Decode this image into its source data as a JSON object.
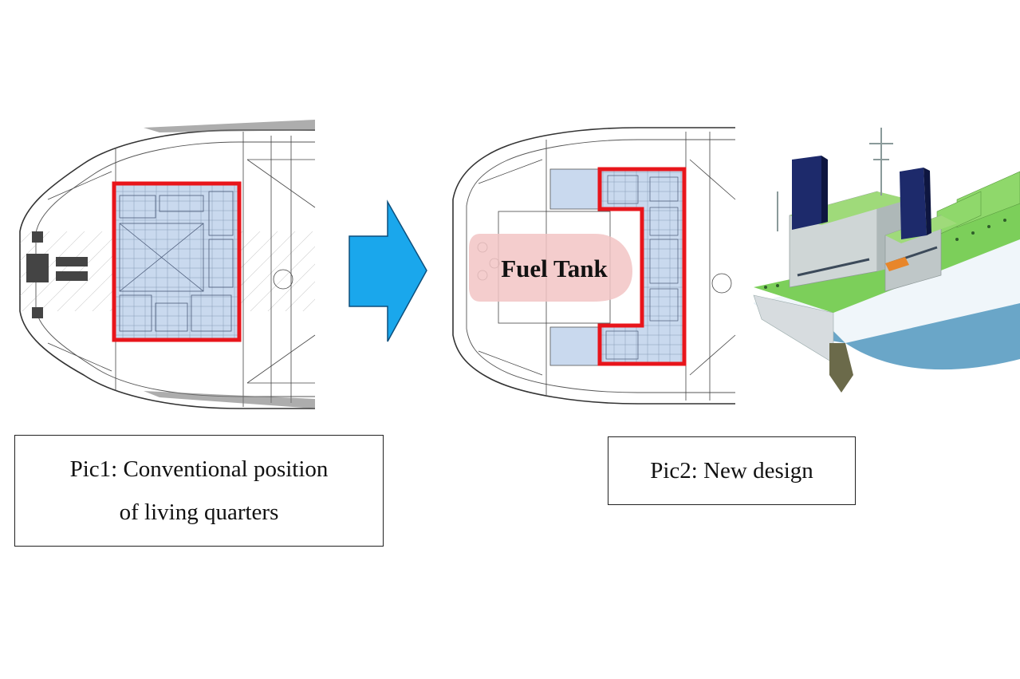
{
  "pic1": {
    "caption_line1": "Pic1: Conventional position",
    "caption_line2": "of living quarters"
  },
  "pic2": {
    "caption": "Pic2: New design",
    "tank_label": "Fuel Tank"
  },
  "colors": {
    "highlight": "#e8151b",
    "accommodation": "#c9d9ee",
    "fuel_tank": "#f2c4c4",
    "arrow": "#1aa7ec",
    "hull_lines": "#3a3a3a",
    "funnel": "#1d2a6b",
    "deck": "#7ccf5a",
    "hull_bottom": "#6aa6c8"
  },
  "icons": {
    "arrow": "right-arrow-icon",
    "ship": "ship-3d-illustration"
  }
}
